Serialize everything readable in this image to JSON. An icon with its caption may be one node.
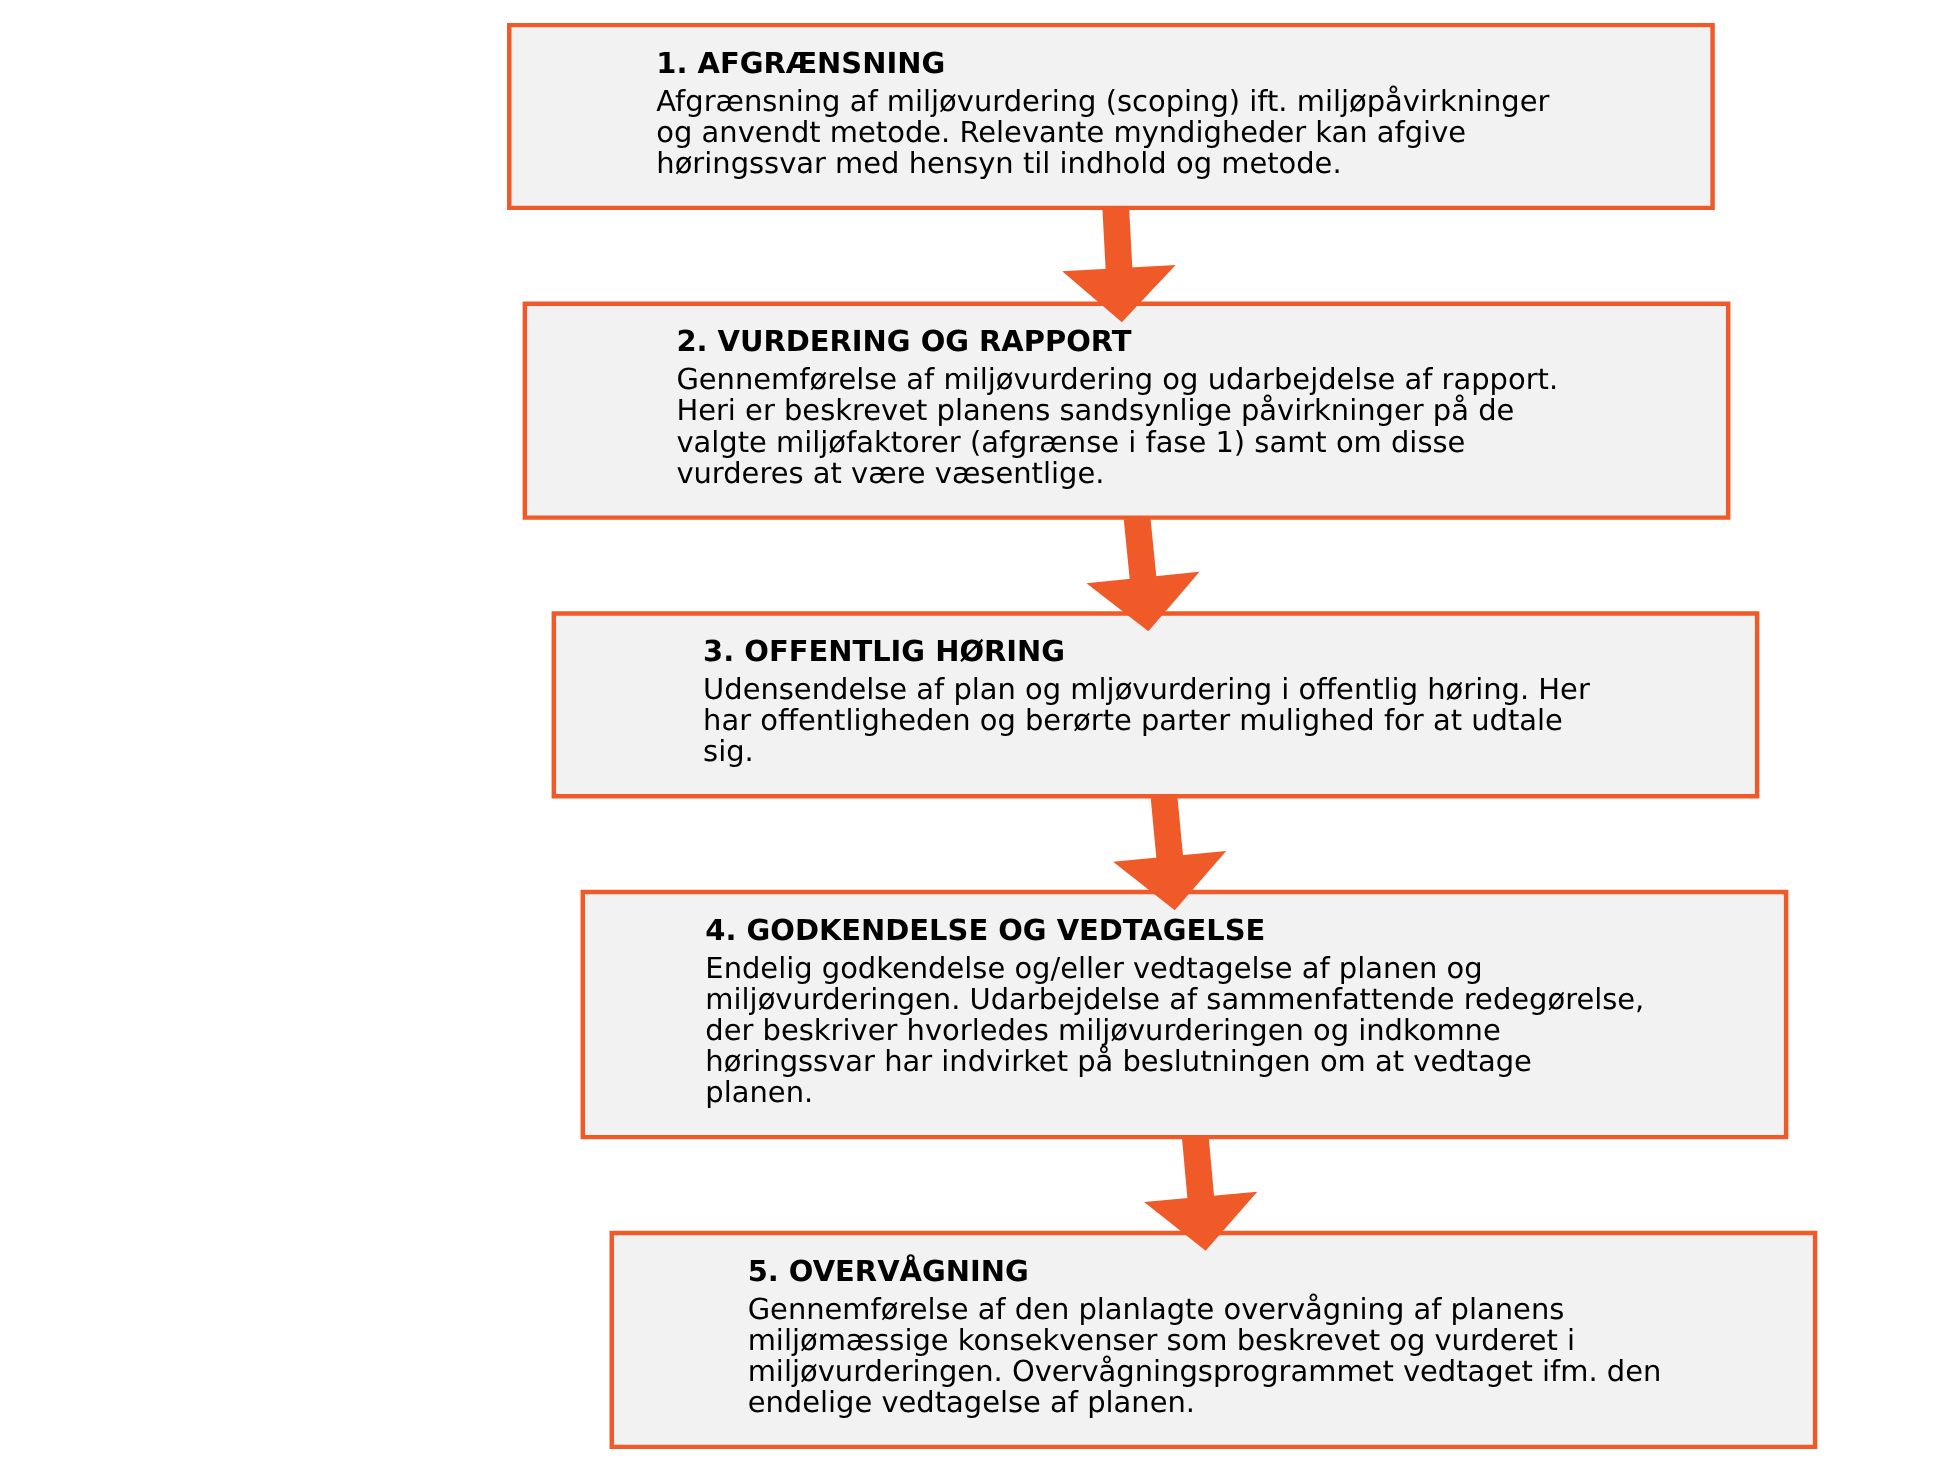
{
  "diagram": {
    "nodes": [
      {
        "text": [
          "1. AFGRÆNSNING",
          "Afgrænsning af miljøvurdering (scoping) ift. miljøpåvirkninger og anvendt metode. Relevante myndigheder kan afgive høringssvar med hensyn til indhold og metode."
        ]
      },
      {
        "text": [
          "2. VURDERING OG RAPPORT",
          "Gennemførelse af miljøvurdering og udarbejdelse af rapport. Heri er beskrevet planens sandsynlige påvirkninger på de valgte miljøfaktorer (afgrænse i fase 1) samt om disse vurderes at være væsentlige."
        ]
      },
      {
        "text": [
          "3. OFFENTLIG HØRING",
          "Udensendelse af plan og mljøvurdering i offentlig høring. Her har offentligheden og berørte parter mulighed for at udtale sig."
        ]
      },
      {
        "text": [
          "4. GODKENDELSE OG VEDTAGELSE",
          "Endelig godkendelse og/eller vedtagelse af planen og miljøvurderingen. Udarbejdelse af sammenfattende redegørelse, der beskriver hvorledes miljøvurderingen og indkomne høringssvar har indvirket på beslutningen om at vedtage planen."
        ]
      },
      {
        "text": [
          "5. OVERVÅGNING",
          "Gennemførelse af den planlagte overvågning af planens miljømæssige konsekvenser som beskrevet og vurderet i miljøvurderingen. Overvågningsprogrammet vedtaget ifm. den endelige vedtagelse af planen."
        ]
      }
    ],
    "edges": [
      {
        "from": 0,
        "to": 1,
        "arrow": "to"
      },
      {
        "from": 1,
        "to": 2,
        "arrow": "to"
      },
      {
        "from": 2,
        "to": 3,
        "arrow": "to"
      },
      {
        "from": 3,
        "to": 4,
        "arrow": "to"
      }
    ]
  }
}
